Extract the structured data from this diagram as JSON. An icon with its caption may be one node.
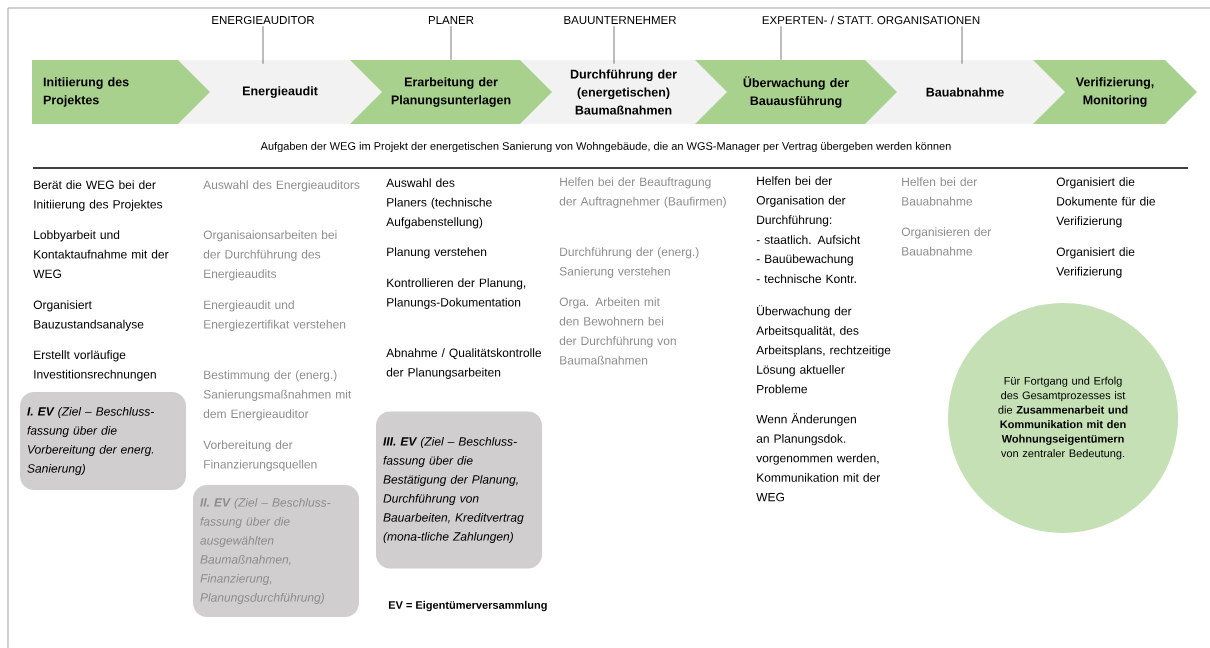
{
  "diagram": {
    "nodes": [
      {
        "text": [
          "ENERGIEAUDITOR"
        ]
      },
      {
        "text": [
          "PLANER"
        ]
      },
      {
        "text": [
          "BAUUNTERNEHMER"
        ]
      },
      {
        "text": [
          "EXPERTEN- / STATT. ORGANISATIONEN"
        ]
      },
      {
        "text": [
          "Initiierung des Projektes"
        ]
      },
      {
        "text": [
          "Energieaudit"
        ]
      },
      {
        "text": [
          "Erarbeitung der Planungsunterlagen"
        ]
      },
      {
        "text": [
          "Durchführung der (energetischen) Baumaßnahmen"
        ]
      },
      {
        "text": [
          "Überwachung der Bauausführung"
        ]
      },
      {
        "text": [
          "Bauabnahme"
        ]
      },
      {
        "text": [
          "Verifizierung, Monitoring"
        ]
      },
      {
        "text": [
          "**I. EV** (Ziel – Beschluss-fassung über die Vorbereitung der energ. Sanierung)"
        ]
      },
      {
        "text": [
          "**II. EV** (Ziel – Beschluss-fassung über die ausgewählten Baumaßnahmen, Finanzierung, Planungsdurchführung)"
        ]
      },
      {
        "text": [
          "**III. EV** (Ziel – Beschluss-fassung über die Bestätigung der Planung, Durchführung von Bauarbeiten, Kreditvertrag (mona-tliche Zahlungen)"
        ]
      },
      {
        "text": [
          "Für Fortgang und Erfolg des Gesamtprozesses ist die **Zusammenarbeit und Kommunikation mit den Wohnungseigentümern** von zentraler Bedeutung."
        ]
      }
    ],
    "edges": [
      {
        "from": 0,
        "to": 5,
        "arrow": "none"
      },
      {
        "from": 1,
        "to": 6,
        "arrow": "none"
      },
      {
        "from": 2,
        "to": 7,
        "arrow": "none"
      },
      {
        "from": 3,
        "to": 8,
        "arrow": "none"
      },
      {
        "from": 3,
        "to": 9,
        "arrow": "none"
      }
    ],
    "labels": [
      "Aufgaben der WEG im Projekt der energetischen Sanierung von Wohngebäude,  die an WGS-Manager per Vertrag übergeben werden können",
      "Berät die WEG bei der Initiierung des Projektes",
      "Lobbyarbeit und Kontaktaufnahme mit der WEG",
      "Organisiert Bauzustandsanalyse",
      "Erstellt vorläufige Investitionsrechnungen",
      "Auswahl des Energieauditors",
      "Organisaionsarbeiten bei der Durchführung des Energieaudits",
      "Energieaudit und Energiezertifikat verstehen",
      "Bestimmung der (energ.) Sanierungsmaßnahmen mit dem Energieauditor",
      "Vorbereitung der Finanzierungsquellen",
      "Auswahl des Planers (technische Aufgabenstellung)",
      "Planung verstehen",
      "Kontrollieren der Planung, Planungs-Dokumentation",
      "Abnahme / Qualitätskontrolle der Planungsarbeiten",
      "Helfen bei der Beauftragung der Auftragnehmer (Baufirmen)",
      "Durchführung der (energ.) Sanierung verstehen",
      "Orga. Arbeiten mit den Bewohnern bei der Durchführung von Baumaßnahmen",
      "Helfen bei der Organisation der Durchführung:",
      "- staatlich. Aufsicht",
      "- Bauübewachung",
      "- technische Kontr.",
      "Überwachung der Arbeitsqualität, des Arbeitsplans, rechtzeitige Lösung aktueller Probleme",
      "Wenn Änderungen an Planungsdok. vorgenommen werden, Kommunikation mit der WEG",
      "Helfen bei der Bauabnahme",
      "Organisieren der Bauabnahme",
      "Organisiert die Dokumente für die Verifizierung",
      "Organisiert die Verifizierung",
      "EV = Eigentümerversammlung"
    ]
  }
}
